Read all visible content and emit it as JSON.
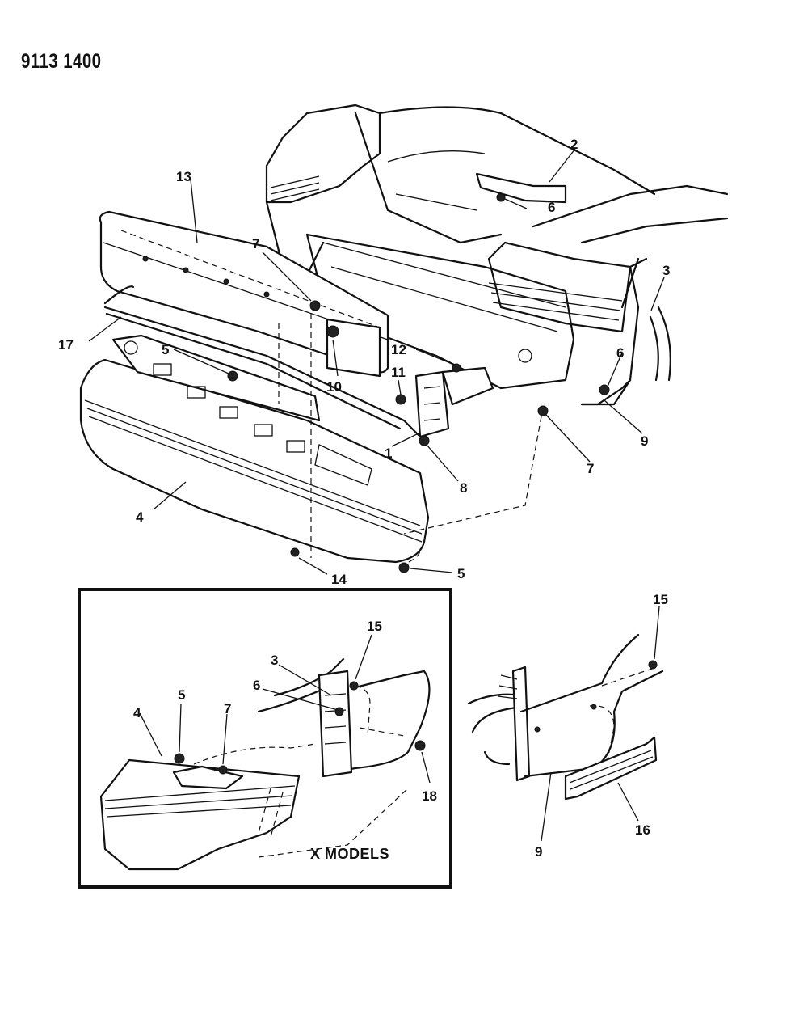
{
  "header": {
    "diagram_code": "9113 1400"
  },
  "inset": {
    "title": "X MODELS"
  },
  "callouts": {
    "c1": "1",
    "c2": "2",
    "c3": "3",
    "c4": "4",
    "c5": "5",
    "c5b": "5",
    "c6": "6",
    "c6b": "6",
    "c7": "7",
    "c7b": "7",
    "c8": "8",
    "c9": "9",
    "c10": "10",
    "c11": "11",
    "c12": "12",
    "c13": "13",
    "c14": "14",
    "c17": "17",
    "inset_c3": "3",
    "inset_c4": "4",
    "inset_c5": "5",
    "inset_c6": "6",
    "inset_c7": "7",
    "inset_c15": "15",
    "inset_c18": "18",
    "side_c9": "9",
    "side_c15": "15",
    "side_c16": "16"
  }
}
